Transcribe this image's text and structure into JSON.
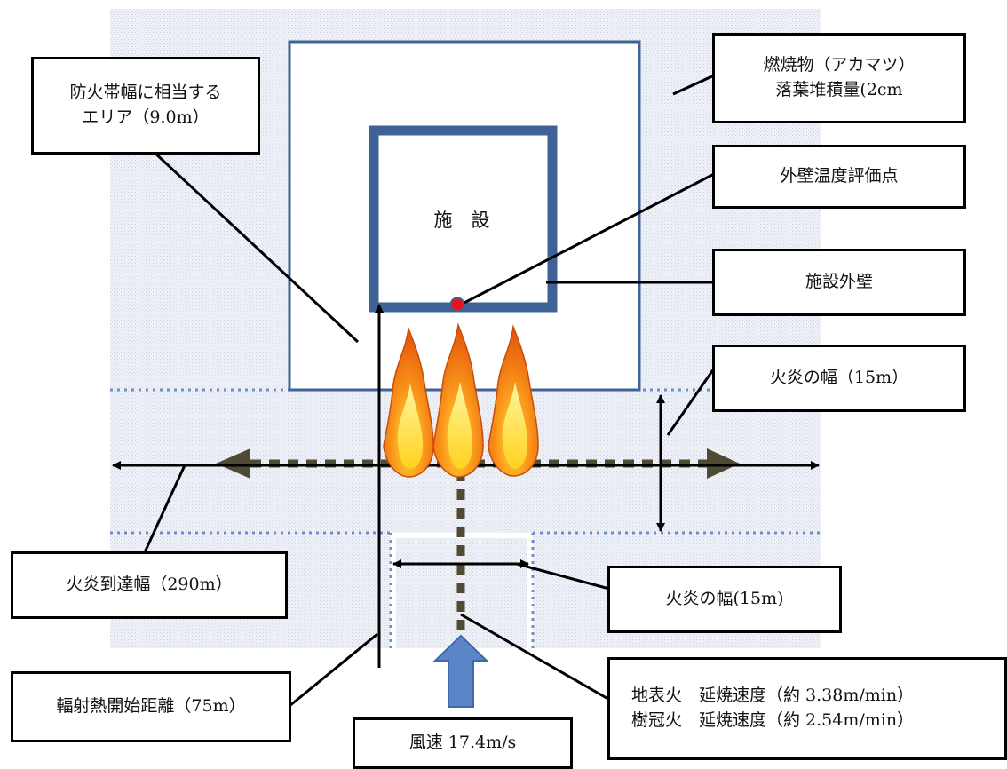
{
  "facility_label": "施　設",
  "labels": {
    "firebreak": [
      "防火帯幅に相当する",
      "エリア（9.0m）"
    ],
    "fuel": [
      "燃焼物（アカマツ）",
      "落葉堆積量(2cm"
    ],
    "eval_point": "外壁温度評価点",
    "facility_wall": "施設外壁",
    "flame_width_right": "火炎の幅（15m）",
    "flame_reach": "火炎到達幅（290m）",
    "flame_width_center": "火炎の幅(15m)",
    "radiant_start": "輻射熱開始距離（75m）",
    "wind_speed": "風速 17.4m/s",
    "spread_speed": [
      "地表火　延焼速度（約 3.38m/min）",
      "樹冠火　延焼速度（約 2.54m/min）"
    ]
  },
  "colors": {
    "facility_border": "#3f6396",
    "frame_border": "#3f6396",
    "eval_point": "#e8131a",
    "zone_dots": "#6d8fc7",
    "dash_arrow": "#4e4a33",
    "wind_arrow": "#5b85c6",
    "hatch_background": "#e7ebf3"
  },
  "icons": [
    "flame-icon",
    "flame-icon",
    "flame-icon",
    "wind-arrow-icon"
  ]
}
